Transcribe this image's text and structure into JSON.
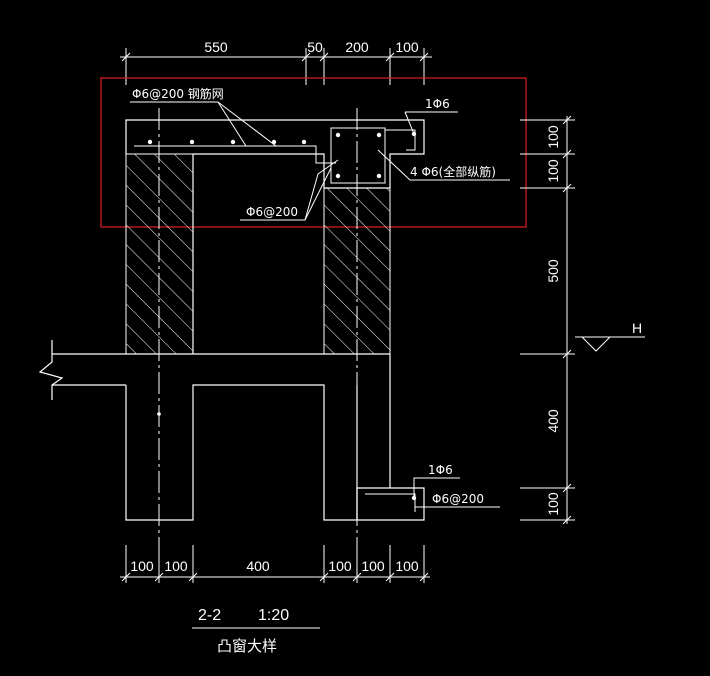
{
  "colors": {
    "background": "#000000",
    "lines": "#ffffff",
    "highlight": "#e02020"
  },
  "dimensions": {
    "top": [
      "550",
      "50",
      "200",
      "100"
    ],
    "bottom": [
      "100",
      "100",
      "400",
      "100",
      "100",
      "100"
    ],
    "right": [
      "100",
      "100",
      "500",
      "400",
      "100"
    ]
  },
  "annotations": {
    "mesh": "Φ6@200 钢筋网",
    "top_bar": "1Φ6",
    "longitudinal": "4 Φ6(全部纵筋)",
    "stirrup": "Φ6@200",
    "bottom_bar": "1Φ6",
    "bottom_stirrup": "Φ6@200",
    "level": "H"
  },
  "title": {
    "section": "2-2",
    "scale": "1:20",
    "caption": "凸窗大样"
  }
}
